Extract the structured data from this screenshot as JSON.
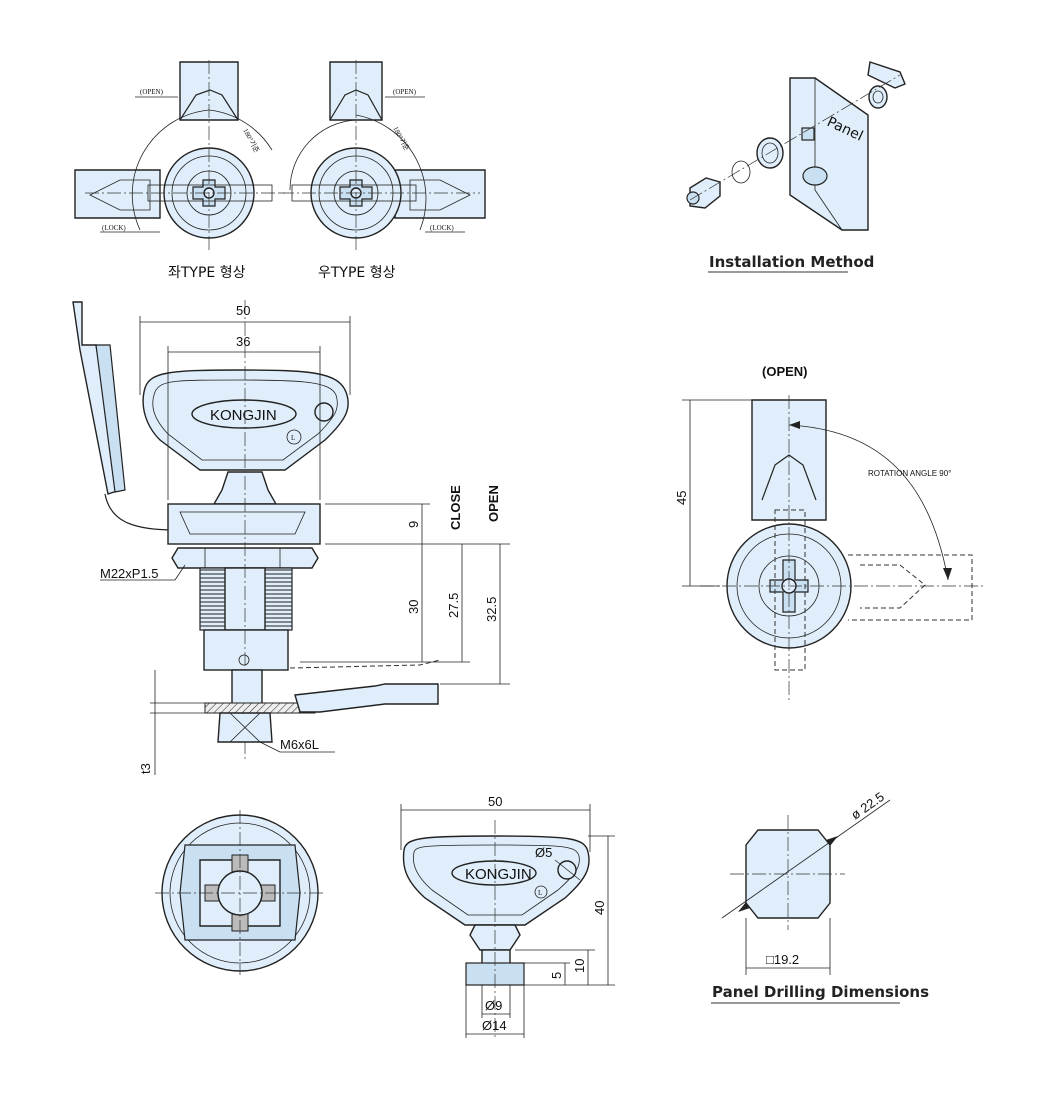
{
  "top_views": {
    "open_label": "(OPEN)",
    "lock_label": "(LOCK)",
    "rotation_label": "180°기준",
    "left_caption": "좌TYPE 형상",
    "right_caption": "우TYPE 형상"
  },
  "installation": {
    "title": "Installation Method",
    "panel_label": "Panel"
  },
  "side_view": {
    "brand": "KONGJIN",
    "dim_overall_width": "50",
    "dim_handle_width": "36",
    "dim_9": "9",
    "dim_30": "30",
    "dim_27_5": "27.5",
    "dim_32_5": "32.5",
    "close_label": "CLOSE",
    "open_label": "OPEN",
    "thread_label": "M22xP1.5",
    "screw_label": "M6x6L",
    "panel_thickness_label": "t3",
    "l_mark": "L"
  },
  "open_view": {
    "open_label": "(OPEN)",
    "rotation_label": "ROTATION ANGLE 90°",
    "dim_45": "45"
  },
  "key_view": {
    "brand": "KONGJIN",
    "dim_50": "50",
    "dim_phi5": "Ø5",
    "dim_40": "40",
    "dim_10": "10",
    "dim_5": "5",
    "dim_phi9": "Ø9",
    "dim_phi14": "Ø14",
    "l_mark": "L"
  },
  "panel_drilling": {
    "title": "Panel Drilling Dimensions",
    "dim_diameter": "ø 22.5",
    "dim_square": "□19.2"
  }
}
